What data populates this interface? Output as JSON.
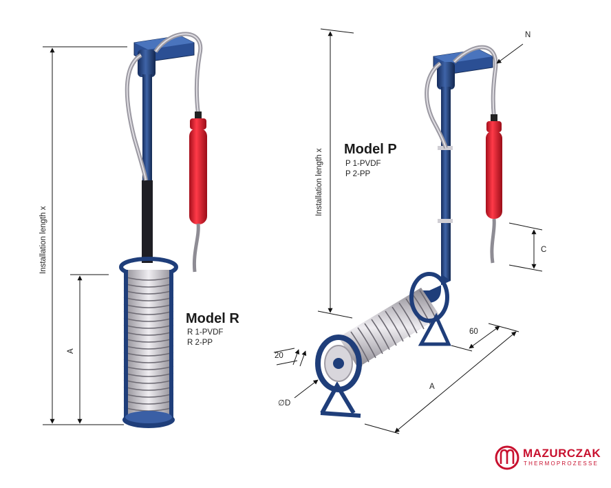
{
  "model_r": {
    "title": "Model R",
    "variants": [
      "R 1-PVDF",
      "R 2-PP"
    ],
    "dim_length": "Installation length x",
    "dim_a": "A"
  },
  "model_p": {
    "title": "Model P",
    "variants": [
      "P 1-PVDF",
      "P 2-PP"
    ],
    "dim_length": "Installation length x",
    "dim_n": "N",
    "dim_c": "C",
    "dim_60": "60",
    "dim_20": "20",
    "dim_d": "∅D",
    "dim_a": "A"
  },
  "brand": {
    "name": "MAZURCZAK",
    "tagline": "THERMOPROZESSE"
  },
  "colors": {
    "frame_blue": "#1f3e7a",
    "sensor_red": "#d9192b",
    "coil_silver": "#c9c6cc",
    "brand_red": "#c8102e"
  }
}
